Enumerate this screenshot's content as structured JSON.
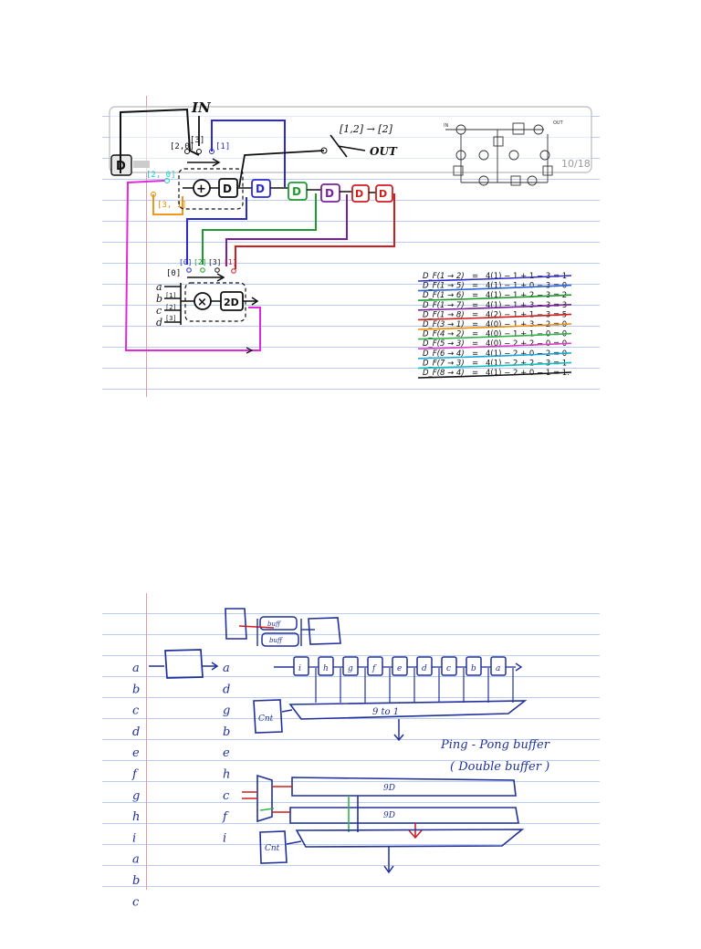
{
  "page1": {
    "in_label": "IN",
    "out_label": "OUT",
    "switch_note": "[1,2] → [2]",
    "slide_page": "10/18",
    "tag_top_left": "[2,0]",
    "tag_top_mid": "[3]",
    "tag_top_right": "[1]",
    "tag_cyan": "[2, 0]",
    "tag_orange": "[3, 1]",
    "tag_a": "[0]",
    "tag_b": "[1]",
    "tag_c": "[2]",
    "tag_d": "[3]",
    "tag_zero": "[0]",
    "tag_one": "[1]",
    "tag_two": "[2]",
    "tag_three": "[3]",
    "sel_a": "a",
    "sel_b": "b",
    "sel_c": "c",
    "sel_d": "d",
    "delay_label": "D",
    "double_delay_label": "2D",
    "ref_in": "IN",
    "ref_out": "OUT",
    "equations": [
      {
        "lhs": "D_F(1 → 2)",
        "rhs": "4(1) − 1 + 1 − 3 = 1",
        "color": "#2b2bd0"
      },
      {
        "lhs": "D_F(1 → 5)",
        "rhs": "4(1) − 1 + 0 − 3 = 0",
        "color": "#2b63d8"
      },
      {
        "lhs": "D_F(1 → 6)",
        "rhs": "4(1) − 1 + 2 − 3 = 2",
        "color": "#1e9b2e"
      },
      {
        "lhs": "D_F(1 → 7)",
        "rhs": "4(1) − 1 + 3 − 3 = 3",
        "color": "#7b1fa2"
      },
      {
        "lhs": "D_F(1 → 8)",
        "rhs": "4(2) − 1 + 1 − 3 = 5",
        "color": "#d11d1d"
      },
      {
        "lhs": "D_F(3 → 1)",
        "rhs": "4(0) − 1 + 3 − 2 = 0",
        "color": "#f08a00"
      },
      {
        "lhs": "D_F(4 → 2)",
        "rhs": "4(0) − 1 + 1 − 0 = 0",
        "color": "#33b34a"
      },
      {
        "lhs": "D_F(5 → 3)",
        "rhs": "4(0) − 2 + 2 − 0 = 0",
        "color": "#e040c8"
      },
      {
        "lhs": "D_F(6 → 4)",
        "rhs": "4(1) − 2 + 0 − 2 = 0",
        "color": "#1aa8d8"
      },
      {
        "lhs": "D_F(7 → 3)",
        "rhs": "4(1) − 2 + 2 − 3 = 1",
        "color": "#10c0c0"
      },
      {
        "lhs": "D_F(8 → 4)",
        "rhs": "4(1) − 2 + 0 − 1 = 1.",
        "color": "#111111"
      }
    ],
    "colors": {
      "black": "#111111",
      "blue": "#2b2bd0",
      "green": "#1e9b2e",
      "purple": "#7b1fa2",
      "red": "#d11d1d",
      "magenta": "#e02bd8",
      "cyan": "#17c7d6",
      "orange": "#f08a00"
    }
  },
  "page2": {
    "left_col": [
      "a",
      "b",
      "c",
      "d",
      "e",
      "f",
      "g",
      "h",
      "i",
      "a",
      "b",
      "c"
    ],
    "right_col": [
      "a",
      "d",
      "g",
      "b",
      "e",
      "h",
      "c",
      "f",
      "i"
    ],
    "top_chain": [
      "i",
      "h",
      "g",
      "f",
      "e",
      "d",
      "c",
      "b",
      "a"
    ],
    "buf_label": "buff",
    "cnt_label": "Cnt",
    "ring_label": "9 to 1",
    "buffer_note_line1": "Ping - Pong buffer",
    "buffer_note_line2": "( Double buffer )",
    "nine_d_top": "9D",
    "nine_d_bottom": "9D",
    "ink": "#20309a"
  }
}
